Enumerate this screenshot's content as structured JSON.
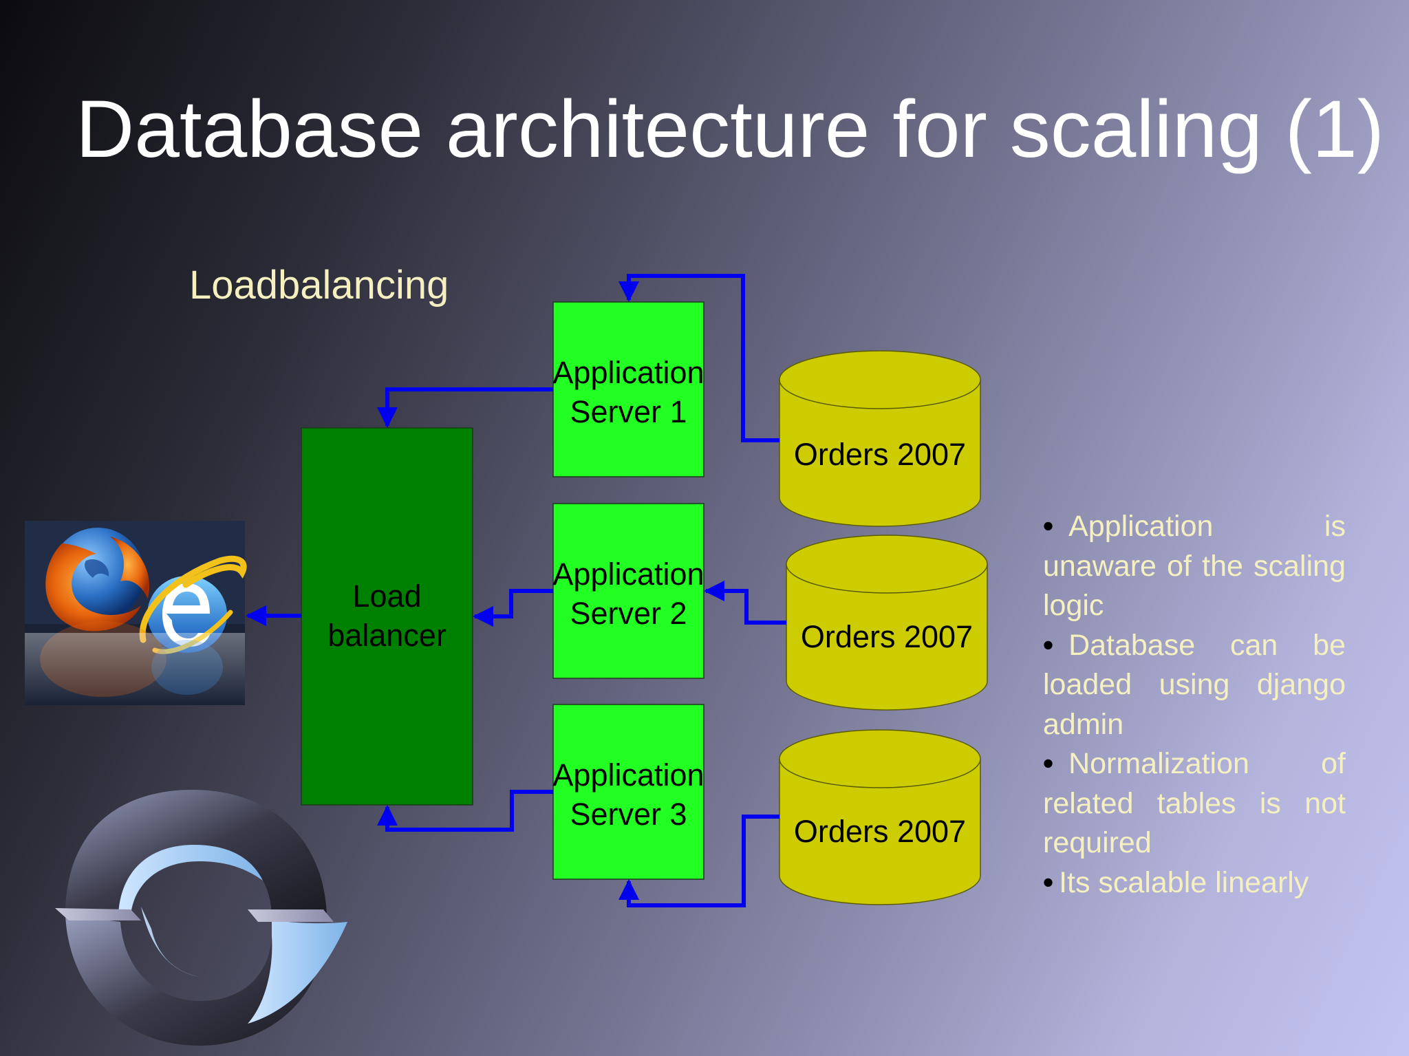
{
  "slide": {
    "title": "Database architecture for scaling (1)",
    "subtitle": "Loadbalancing"
  },
  "diagram": {
    "load_balancer": {
      "line1": "Load",
      "line2": "balancer"
    },
    "app_servers": [
      {
        "line1": "Application",
        "line2": "Server 1"
      },
      {
        "line1": "Application",
        "line2": "Server 2"
      },
      {
        "line1": "Application",
        "line2": "Server 3"
      }
    ],
    "databases": [
      {
        "label": "Orders 2007"
      },
      {
        "label": "Orders 2007"
      },
      {
        "label": "Orders 2007"
      }
    ],
    "browser_icons": [
      "firefox-icon",
      "internet-explorer-icon"
    ],
    "logo_icon": "ring-logo-icon",
    "colors": {
      "load_balancer": "#008000",
      "app_server": "#22ff22",
      "database": "#cccc00",
      "arrow": "#0000ee"
    }
  },
  "notes": {
    "bullet_char": "•",
    "bullets": [
      "Application is unaware of the scaling logic",
      "Database can be loaded using django admin",
      "Normalization of related tables is not required",
      "Its scalable linearly"
    ]
  }
}
